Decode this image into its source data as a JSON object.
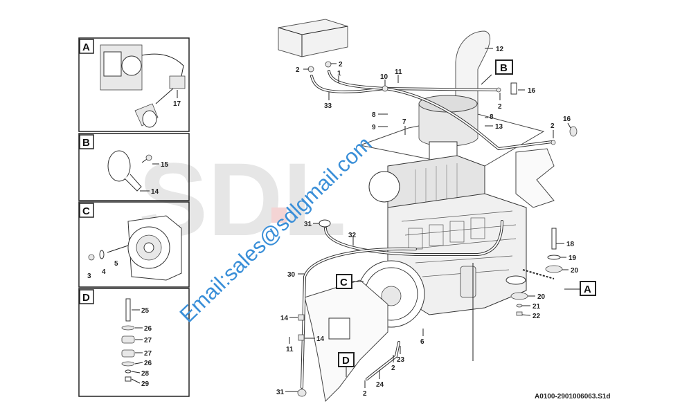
{
  "watermark": {
    "brand": "SDL",
    "email": "Email:sales@sdlgmail.com"
  },
  "drawing_code": "A0100-2901006063.S1d",
  "detail_panels": [
    {
      "id": "A",
      "callouts": [
        "17"
      ]
    },
    {
      "id": "B",
      "callouts": [
        "15",
        "14"
      ]
    },
    {
      "id": "C",
      "callouts": [
        "3",
        "4",
        "5"
      ]
    },
    {
      "id": "D",
      "callouts": [
        "25",
        "26",
        "27",
        "27",
        "26",
        "28",
        "29"
      ]
    }
  ],
  "main_callouts": [
    "2",
    "2",
    "1",
    "33",
    "10",
    "11",
    "12",
    "16",
    "2",
    "8",
    "9",
    "7",
    "8",
    "13",
    "2",
    "16",
    "31",
    "32",
    "30",
    "14",
    "14",
    "11",
    "31",
    "24",
    "2",
    "2",
    "23",
    "6",
    "18",
    "19",
    "20",
    "20",
    "21",
    "22"
  ],
  "view_markers": [
    "B",
    "C",
    "D",
    "A"
  ]
}
